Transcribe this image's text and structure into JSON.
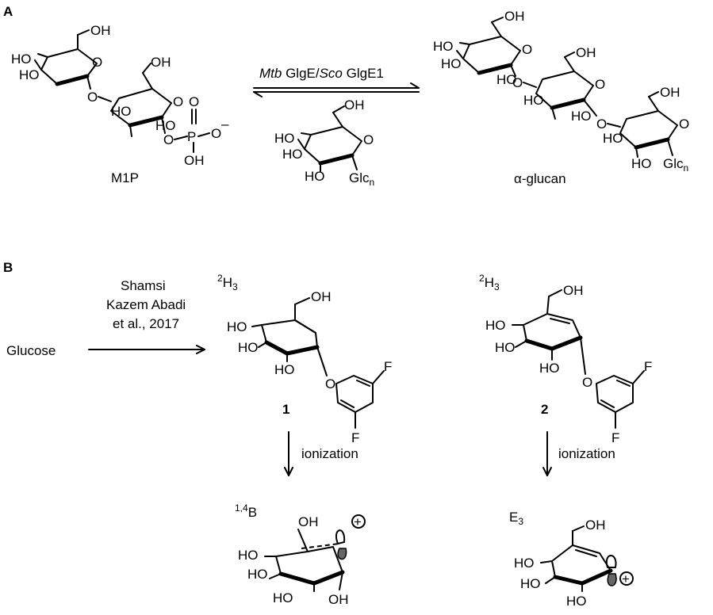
{
  "panel_a": {
    "label": "A",
    "m1p_name": "M1P",
    "aglucan_name": "α-glucan",
    "enzyme_part1": "Mtb",
    "enzyme_part2": " GlgE/",
    "enzyme_part3": "Sco",
    "enzyme_part4": " GlgE1",
    "oh": "OH",
    "ho": "HO",
    "o": "O",
    "p": "P",
    "o_minus": "O",
    "minus": "–",
    "glc": "Glc",
    "n": "n"
  },
  "panel_b": {
    "label": "B",
    "start": "Glucose",
    "reference_line1": "Shamsi",
    "reference_line2": "Kazem Abadi",
    "reference_line3": "et al., 2017",
    "conf1": "H",
    "conf1_pre": "2",
    "conf1_sub": "3",
    "conf2": "H",
    "conf2_pre": "2",
    "conf2_sub": "3",
    "compound1": "1",
    "compound2": "2",
    "ionization": "ionization",
    "boat": "B",
    "boat_pre": "1,4",
    "envelope": "E",
    "envelope_sub": "3",
    "f": "F",
    "plus": "+"
  }
}
